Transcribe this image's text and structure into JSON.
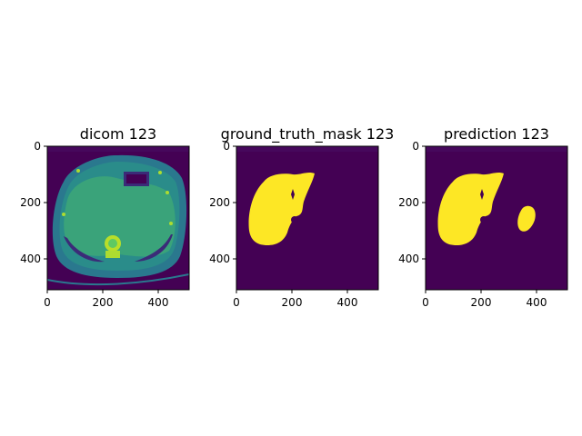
{
  "figure": {
    "panels": [
      {
        "title": "dicom 123",
        "x_ticks": [
          "0",
          "200",
          "400"
        ],
        "y_ticks": [
          "0",
          "200",
          "400"
        ],
        "content": "CT axial slice (viridis colormap)"
      },
      {
        "title": "ground_truth_mask 123",
        "x_ticks": [
          "0",
          "200",
          "400"
        ],
        "y_ticks": [
          "0",
          "200",
          "400"
        ],
        "content": "binary liver mask"
      },
      {
        "title": "prediction 123",
        "x_ticks": [
          "0",
          "200",
          "400"
        ],
        "y_ticks": [
          "0",
          "200",
          "400"
        ],
        "content": "predicted liver mask with extra region"
      }
    ],
    "axis_range": [
      0,
      511
    ],
    "colors": {
      "background_low": "#440154",
      "mask_high": "#fde725",
      "tissue_teal": "#2a8c8a",
      "tissue_green": "#3aa37a",
      "bright_bone": "#b8de29",
      "air_dark": "#3b2b78"
    }
  }
}
